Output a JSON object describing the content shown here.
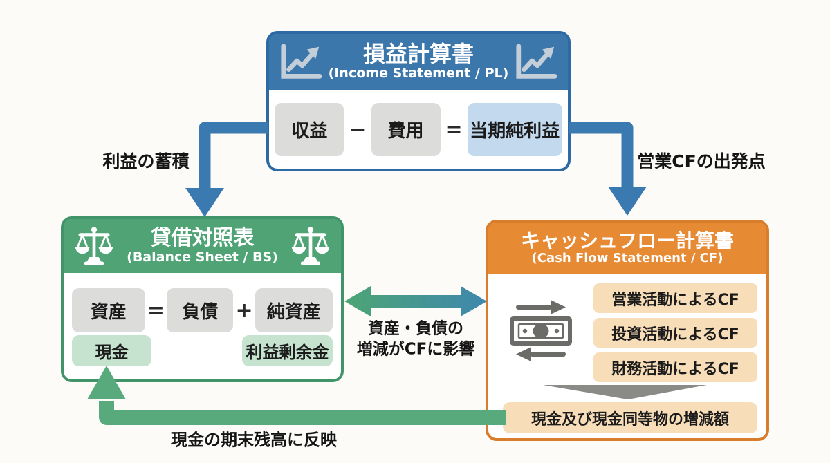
{
  "background": "#fcfbf8",
  "pl": {
    "title": "損益計算書",
    "subtitle": "(Income Statement / PL)",
    "revenue": "収益",
    "minus": "−",
    "expense": "費用",
    "equals": "=",
    "net_income": "当期純利益",
    "icon": "line-chart-up-icon",
    "header_color": "#3b77ab",
    "border_color": "#2d6aa3",
    "net_income_bg": "#c2d9ee"
  },
  "bs": {
    "title": "貸借対照表",
    "subtitle": "(Balance Sheet / BS)",
    "assets": "資産",
    "equals": "=",
    "liabilities": "負債",
    "plus": "+",
    "net_assets": "純資産",
    "cash": "現金",
    "retained_earnings": "利益剰余金",
    "icon": "balance-scale-icon",
    "header_color": "#4fa374",
    "border_color": "#41946a",
    "highlight_bg": "#c5e3cf"
  },
  "cf": {
    "title": "キャッシュフロー計算書",
    "subtitle": "(Cash Flow Statement / CF)",
    "items": [
      "営業活動によるCF",
      "投資活動によるCF",
      "財務活動によるCF"
    ],
    "result": "現金及び現金同等物の増減額",
    "icon": "money-exchange-icon",
    "header_color": "#e78a34",
    "border_color": "#d87d2b",
    "item_bg": "#f8ddb9"
  },
  "labels": {
    "pl_to_bs": "利益の蓄積",
    "pl_to_cf": "営業CFの出発点",
    "bs_cf_line1": "資産・負債の",
    "bs_cf_line2": "増減がCFに影響",
    "cf_to_bs": "現金の期末残高に反映"
  },
  "arrow_colors": {
    "blue": "#3b79b1",
    "green": "#58a97b",
    "gradient_left": "#4da574",
    "gradient_right": "#3f87ae",
    "gray_triangle": "#8a8a87"
  },
  "pill_bg": "#dcdcdb"
}
